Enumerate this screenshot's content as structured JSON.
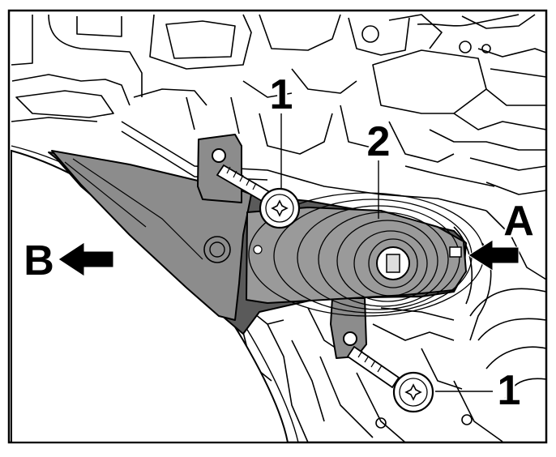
{
  "callouts": {
    "screw_top": "1",
    "lamp": "2",
    "screw_bottom": "1",
    "direction_a": "A",
    "direction_b": "B"
  },
  "colors": {
    "line": "#000000",
    "background": "#ffffff",
    "lamp_body": "#8c8c8c",
    "lamp_shadow": "#5a5a5a",
    "lens": "#9a9a9a"
  },
  "icons": [
    "screw-icon",
    "arrow-left-icon"
  ]
}
